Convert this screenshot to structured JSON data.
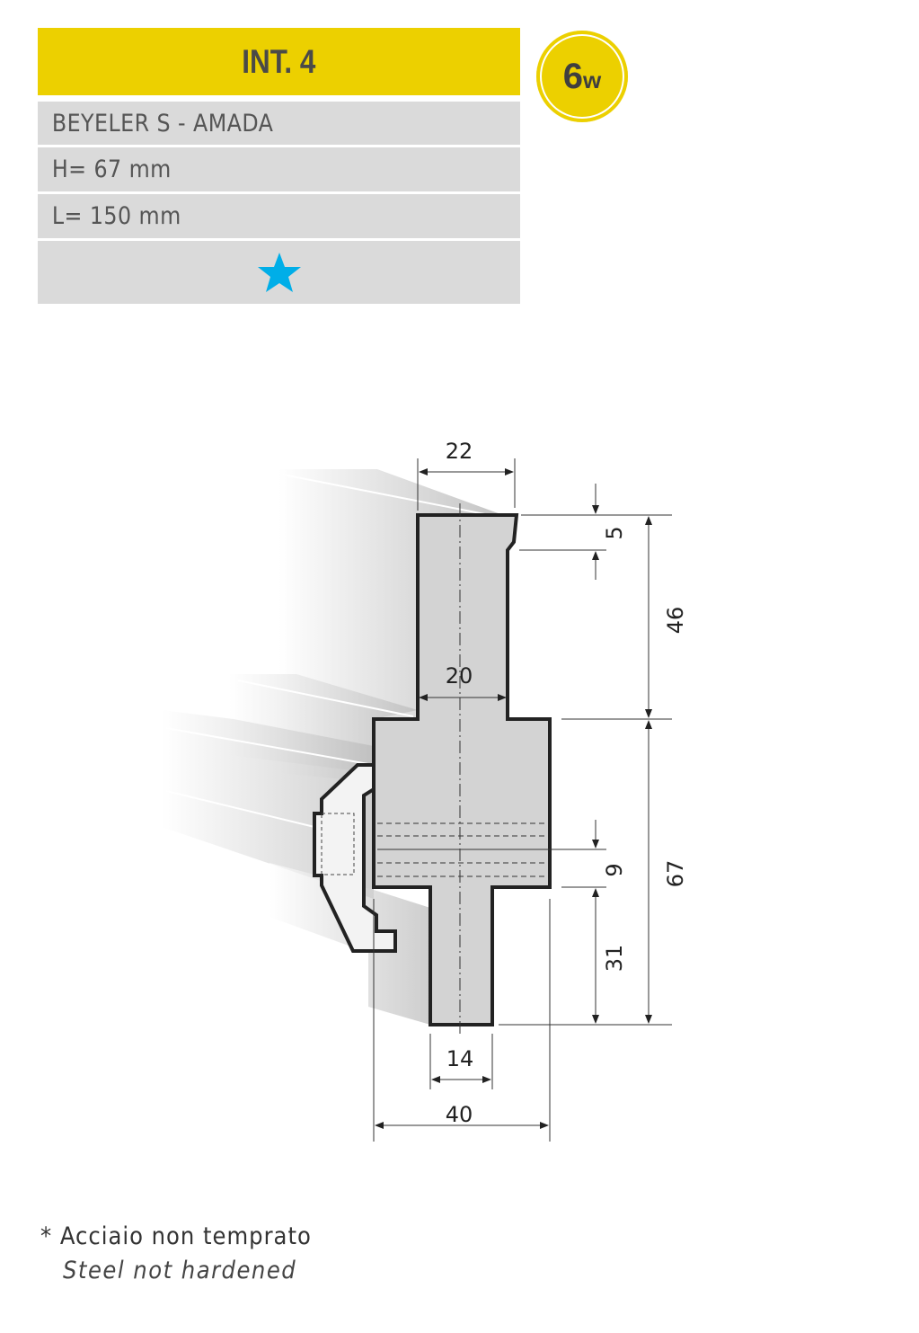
{
  "header": {
    "title": "INT. 4"
  },
  "badge": {
    "number": "6",
    "suffix": "w"
  },
  "specs": {
    "brand": "BEYELER S  -  AMADA",
    "height": "H= 67 mm",
    "length": "L= 150 mm"
  },
  "rating": {
    "icon": "star-icon",
    "color": "#00aee8"
  },
  "drawing": {
    "dims": {
      "top_width": "22",
      "notch": "5",
      "upper_height": "46",
      "neck_width": "20",
      "hole": "9",
      "total_height": "67",
      "tang_height": "31",
      "tang_width": "14",
      "body_width": "40"
    }
  },
  "footnote": {
    "it": "* Acciaio non temprato",
    "en": "Steel not hardened"
  }
}
